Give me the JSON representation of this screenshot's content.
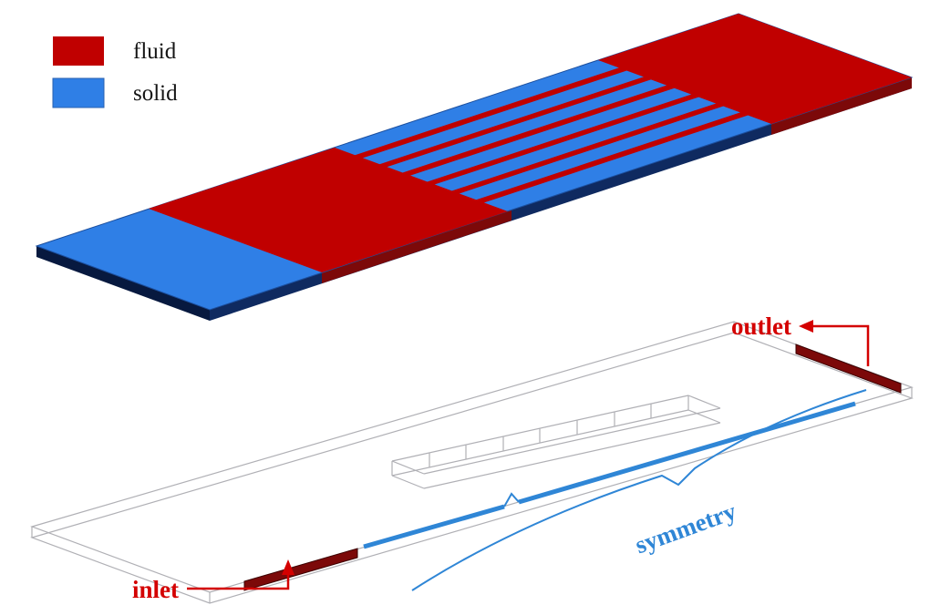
{
  "legend": {
    "items": [
      {
        "label": "fluid",
        "color": "#c00000"
      },
      {
        "label": "solid",
        "color": "#2f7fe6"
      }
    ]
  },
  "labels": {
    "inlet": "inlet",
    "outlet": "outlet",
    "symmetry": "symmetry"
  },
  "colors": {
    "fluid": "#c00000",
    "solid": "#2f7fe6",
    "fluid_dark": "#7c0909",
    "plate_side": "#0f2a60",
    "plate_end": "#07193f",
    "top_edge": "#1c4f9e",
    "wireframe": "#b0b0b5",
    "annotation_red": "#d40000",
    "annotation_blue": "#2f86d6"
  }
}
